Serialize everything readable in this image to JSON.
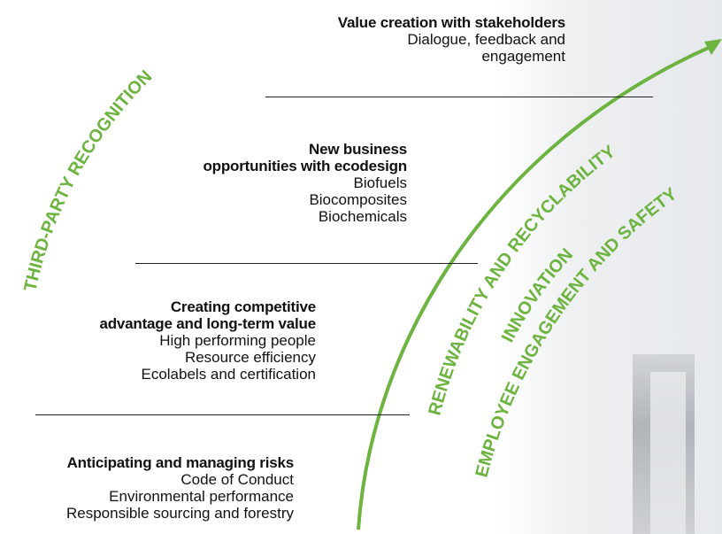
{
  "stages": [
    {
      "heading_lines": [
        "Value creation with stakeholders"
      ],
      "items": [
        "Dialogue, feedback and",
        "engagement"
      ]
    },
    {
      "heading_lines": [
        "New business",
        "opportunities with ecodesign"
      ],
      "items": [
        "Biofuels",
        "Biocomposites",
        "Biochemicals"
      ]
    },
    {
      "heading_lines": [
        "Creating competitive",
        "advantage and long-term value"
      ],
      "items": [
        "High performing people",
        "Resource efficiency",
        "Ecolabels and certification"
      ]
    },
    {
      "heading_lines": [
        "Anticipating and managing risks"
      ],
      "items": [
        "Code of Conduct",
        "Environmental performance",
        "Responsible sourcing and forestry"
      ]
    }
  ],
  "arc_labels": {
    "outer_left": "THIRD-PARTY RECOGNITION",
    "right_1": "RENEWABILITY AND RECYCLABILITY",
    "right_2": "INNOVATION",
    "right_3": "EMPLOYEE ENGAGEMENT AND SAFETY"
  },
  "colors": {
    "accent_green": "#6db33f",
    "text": "#111111",
    "rule": "#222222"
  }
}
